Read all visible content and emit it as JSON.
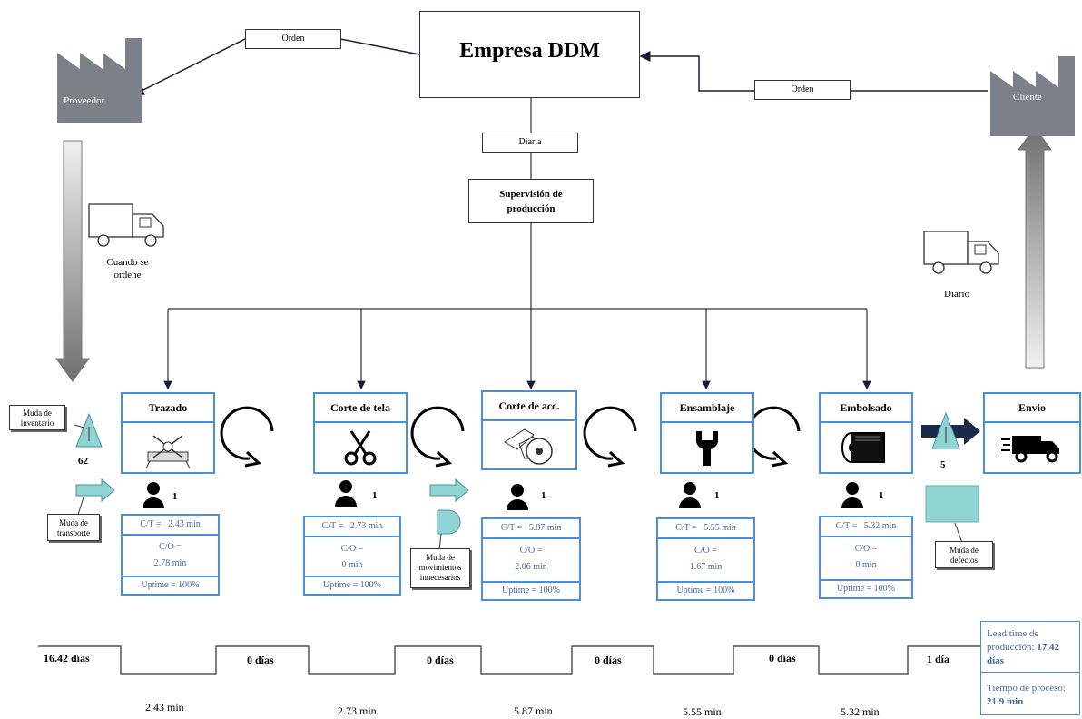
{
  "company": "Empresa DDM",
  "supplier": "Proveedor",
  "customer": "Cliente",
  "order_label_left": "Orden",
  "order_label_right": "Orden",
  "daily_label": "Diaria",
  "supervision": "Supervisión de producción",
  "truck_left_label": "Cuando se ordene",
  "truck_right_label": "Diario",
  "processes": [
    {
      "name": "Trazado",
      "operators": "1",
      "ct_label": "C/T =",
      "ct": "2.43 min",
      "co_label": "C/O =",
      "co": "2.78 min",
      "uptime": "Uptime = 100%"
    },
    {
      "name": "Corte de tela",
      "operators": "1",
      "ct_label": "C/T =",
      "ct": "2.73 min",
      "co_label": "C/O =",
      "co": "0 min",
      "uptime": "Uptime = 100%"
    },
    {
      "name": "Corte de acc.",
      "operators": "1",
      "ct_label": "C/T =",
      "ct": "5.87 min",
      "co_label": "C/O =",
      "co": "2.06 min",
      "uptime": "Uptime = 100%"
    },
    {
      "name": "Ensamblaje",
      "operators": "1",
      "ct_label": "C/T =",
      "ct": "5.55 min",
      "co_label": "C/O =",
      "co": "1.67 min",
      "uptime": "Uptime = 100%"
    },
    {
      "name": "Embolsado",
      "operators": "1",
      "ct_label": "C/T =",
      "ct": "5.32 min",
      "co_label": "C/O =",
      "co": "0 min",
      "uptime": "Uptime = 100%"
    }
  ],
  "shipping": "Envio",
  "inventory_start": "62",
  "inventory_end": "5",
  "callouts": {
    "inventory": "Muda de inventario",
    "transport": "Muda de transporte",
    "movement": "Muda de movimientos innecesarios",
    "defects": "Muda de defectos"
  },
  "timeline": {
    "days": [
      "16.42 días",
      "0 días",
      "0 días",
      "0 días",
      "0 días",
      "1 día"
    ],
    "minutes": [
      "2.43 min",
      "2.73 min",
      "5.87 min",
      "5.55 min",
      "5.32 min"
    ]
  },
  "lead_time_label": "Lead time de producción:",
  "lead_time_value": "17.42 días",
  "process_time_label": "Tiempo de proceso:",
  "process_time_value": "21.9 min",
  "colors": {
    "accent": "#4a90d9",
    "factory": "#7b8089",
    "teal": "#8fd3d3"
  }
}
